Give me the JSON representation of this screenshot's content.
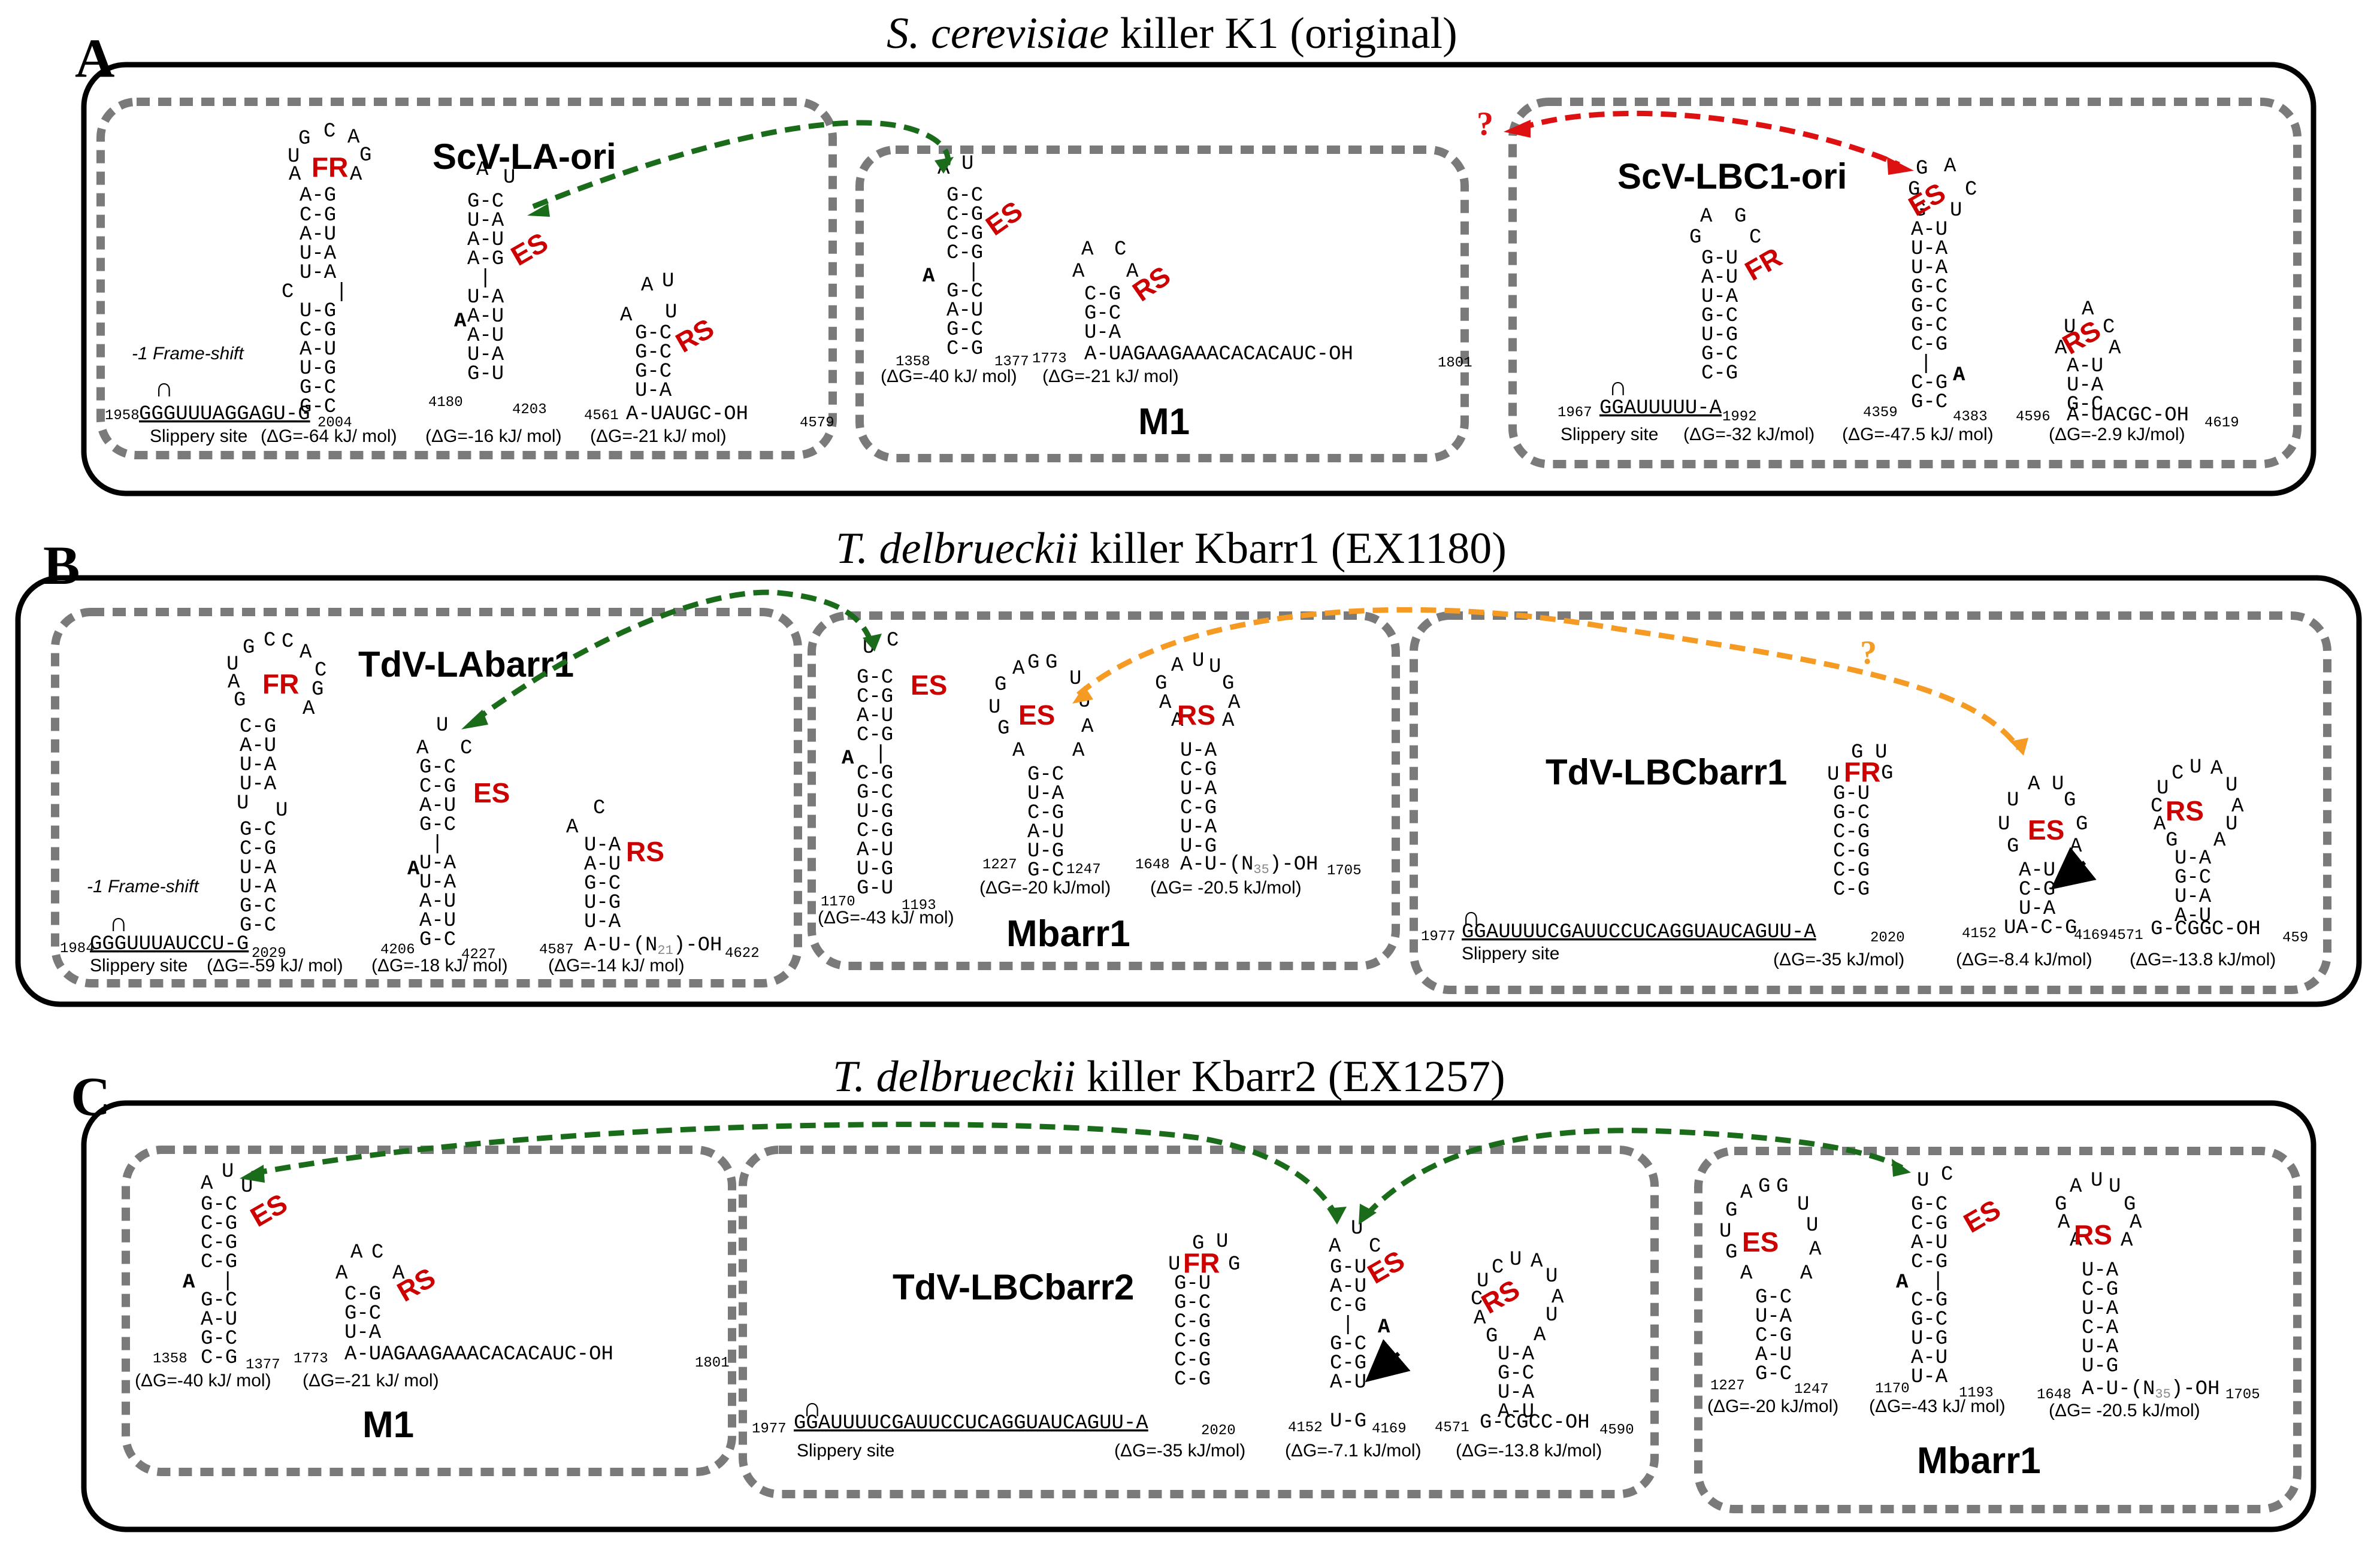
{
  "panels": [
    {
      "letter": "A",
      "title_italic": "S. cerevisiae",
      "title_rest": " killer K1 (original)"
    },
    {
      "letter": "B",
      "title_italic": "T. delbrueckii",
      "title_rest": " killer Kbarr1 (EX1180)"
    },
    {
      "letter": "C",
      "title_italic": "T. delbrueckii",
      "title_rest": " killer Kbarr2 (EX1257)"
    }
  ],
  "labels": {
    "scv_la_ori": "ScV-LA-ori",
    "scv_lbc1_ori": "ScV-LBC1-ori",
    "tdv_labarr1": "TdV-LAbarr1",
    "tdv_lbcbarr1": "TdV-LBCbarr1",
    "tdv_lbcbarr2": "TdV-LBCbarr2",
    "m1": "M1",
    "mbarr1": "Mbarr1"
  },
  "signals": {
    "fr": "FR",
    "es": "ES",
    "rs": "RS"
  },
  "common": {
    "slippery_site": "Slippery site",
    "frame_shift": "-1 Frame-shift",
    "question": "?"
  },
  "sequences": {
    "a_la_fr": "GGGUUUAGGAGU-G",
    "a_lbc1_fr": "GGAUUUUU-A",
    "a_m1_rs_tail": "A-UAGAAGAAACACACAUC-OH",
    "a_la_rs_tail": "A-UAUGC-OH",
    "a_lbc1_rs_tail": "A-UACGC-OH",
    "b_la_fr": "GGGUUUAUCCU-G",
    "b_la_rs_tail": "A-U-(N",
    "b_la_rs_tail_sub": "21",
    "b_la_rs_tail_end": ")-OH",
    "b_mbarr1_rs_tail": "A-U-(N",
    "b_mbarr1_rs_sub": "35",
    "b_mbarr1_rs_end": ")-OH",
    "b_lbc_fr": "GGAUUUUCGAUUCCUCAGGUAUCAGUU-A",
    "b_lbc_es_tail": "UA-C-G",
    "b_lbc_rs_tail": "G-CGGC-OH",
    "c_lbc_fr": "GGAUUUUCGAUUCCUCAGGUAUCAGUU-A",
    "c_lbc_es_tail": "U-G",
    "c_lbc_rs_tail": "G-CGCC-OH"
  },
  "energies": {
    "a_la_fr": "(ΔG=-64 kJ/ mol)",
    "a_la_es": "(ΔG=-16 kJ/ mol)",
    "a_la_rs": "(ΔG=-21 kJ/ mol)",
    "a_m1_es": "(ΔG=-40 kJ/ mol)",
    "a_m1_rs": "(ΔG=-21 kJ/ mol)",
    "a_lbc_fr": "(ΔG=-32 kJ/mol)",
    "a_lbc_es": "(ΔG=-47.5 kJ/ mol)",
    "a_lbc_rs": "(ΔG=-2.9 kJ/mol)",
    "b_la_fr": "(ΔG=-59 kJ/ mol)",
    "b_la_es": "(ΔG=-18 kJ/ mol)",
    "b_la_rs": "(ΔG=-14 kJ/ mol)",
    "b_m_es1": "(ΔG=-43 kJ/ mol)",
    "b_m_es2": "(ΔG=-20 kJ/mol)",
    "b_m_rs": "(ΔG= -20.5 kJ/mol)",
    "b_lbc_fr": "(ΔG=-35 kJ/mol)",
    "b_lbc_es": "(ΔG=-8.4 kJ/mol)",
    "b_lbc_rs": "(ΔG=-13.8 kJ/mol)",
    "c_m1_es": "(ΔG=-40 kJ/ mol)",
    "c_m1_rs": "(ΔG=-21 kJ/ mol)",
    "c_lbc_fr": "(ΔG=-35 kJ/mol)",
    "c_lbc_es": "(ΔG=-7.1 kJ/mol)",
    "c_lbc_rs": "(ΔG=-13.8 kJ/mol)",
    "c_m_es2": "(ΔG=-20 kJ/mol)",
    "c_m_es1": "(ΔG=-43 kJ/ mol)",
    "c_m_rs": "(ΔG= -20.5 kJ/mol)"
  },
  "positions": {
    "a1": "1958",
    "a2": "2004",
    "a3": "4180",
    "a4": "4203",
    "a5": "4561",
    "a6": "4579",
    "a7": "1358",
    "a8": "1377",
    "a9": "1773",
    "a10": "1801",
    "a11": "1967",
    "a12": "1992",
    "a13": "4359",
    "a14": "4383",
    "a15": "4596",
    "a16": "4619",
    "b1": "1984",
    "b2": "2029",
    "b3": "4206",
    "b4": "4227",
    "b5": "4587",
    "b6": "4622",
    "b7": "1170",
    "b8": "1193",
    "b9": "1227",
    "b10": "1247",
    "b11": "1648",
    "b12": "1705",
    "b13": "1977",
    "b14": "2020",
    "b15": "4152",
    "b16": "4169",
    "b17": "4571",
    "b18": "459",
    "c1": "1358",
    "c2": "1377",
    "c3": "1773",
    "c4": "1801",
    "c5": "1977",
    "c6": "2020",
    "c7": "4152",
    "c8": "4169",
    "c9": "4571",
    "c10": "4590",
    "c11": "1227",
    "c12": "1247",
    "c13": "1170",
    "c14": "1193",
    "c15": "1648",
    "c16": "1705"
  },
  "colors": {
    "green_arrow": "#1a6b1a",
    "red_arrow": "#dd1111",
    "orange_arrow": "#f59a23",
    "signal_red": "#cc0000",
    "dashed_box": "#7a7a7a"
  }
}
